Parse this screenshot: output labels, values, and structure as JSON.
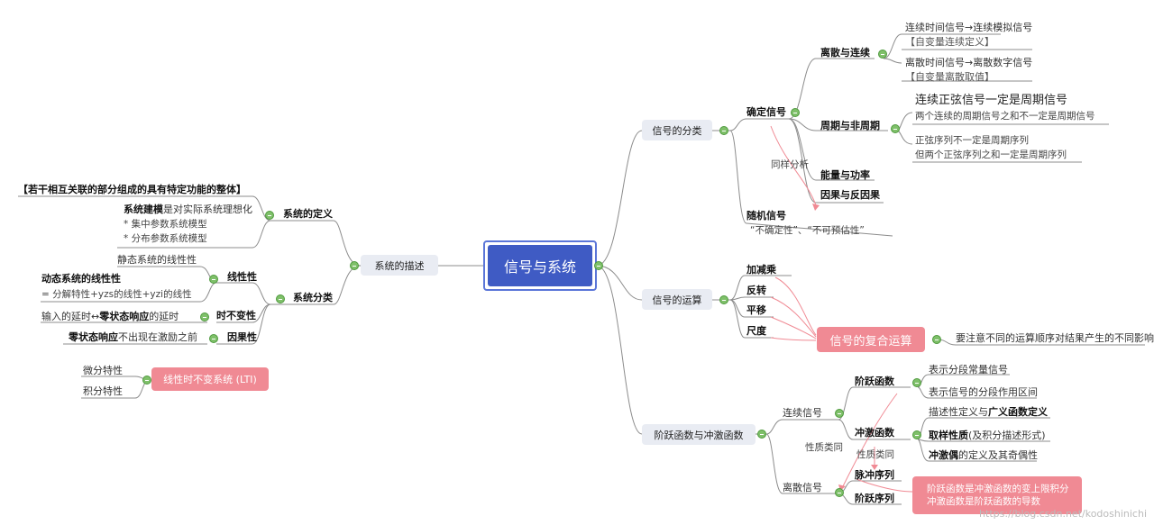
{
  "root": "信号与系统",
  "right": {
    "branch1": {
      "label": "信号的分类",
      "deterministic": "确定信号",
      "discrete_continuous": {
        "label": "离散与连续",
        "item1_a": "连续时间信号→连续模拟信号",
        "item1_b": "【自变量连续定义】",
        "item2_a": "离散时间信号→离散数字信号",
        "item2_b": "【自变量离散取值】"
      },
      "periodic": {
        "label": "周期与非周期",
        "item1_a": "连续正弦信号一定是周期信号",
        "item1_b": "两个连续的周期信号之和不一定是周期信号",
        "item2_a": "正弦序列不一定是周期序列",
        "item2_b": "但两个正弦序列之和一定是周期序列"
      },
      "same_analysis": "同样分析",
      "energy_power": "能量与功率",
      "causal": "因果与反因果",
      "random": {
        "label": "随机信号",
        "note": "“不确定性”、“不可预估性”"
      }
    },
    "branch2": {
      "label": "信号的运算",
      "ops": [
        "加减乘",
        "反转",
        "平移",
        "尺度"
      ],
      "composite": "信号的复合运算",
      "composite_note": "要注意不同的运算顺序对结果产生的不同影响"
    },
    "branch3": {
      "label": "阶跃函数与冲激函数",
      "continuous": "连续信号",
      "step": {
        "label": "阶跃函数",
        "item1": "表示分段常量信号",
        "item2": "表示信号的分段作用区间"
      },
      "impulse": {
        "label": "冲激函数",
        "item1_a": "描述性定义与",
        "item1_b": "广义函数定义",
        "item2_a": "取样性质",
        "item2_b": "(及积分描述形式)",
        "item3_a": "冲激偶",
        "item3_b": "的定义及其奇偶性"
      },
      "similar1": "性质类同",
      "similar2": "性质类同",
      "discrete": "离散信号",
      "pulse_seq": "脉冲序列",
      "step_seq": "阶跃序列",
      "note1": "阶跃函数是冲激函数的变上限积分",
      "note2": "冲激函数是阶跃函数的导数"
    }
  },
  "left": {
    "branch": {
      "label": "系统的描述",
      "definition": {
        "label": "系统的定义",
        "quote": "【若干相互关联的部分组成的具有特定功能的整体】",
        "model_a": "系统建模",
        "model_b": "是对实际系统理想化",
        "model_c1": "* 集中参数系统模型",
        "model_c2": "* 分布参数系统模型"
      },
      "classification": {
        "label": "系统分类",
        "linearity": {
          "label": "线性性",
          "static": "静态系统的线性性",
          "dynamic": "动态系统的线性性",
          "dynamic_note": "= 分解特性+yzs的线性+yzi的线性"
        },
        "time_invariance": {
          "label": "时不变性",
          "note_a": "输入的延时↔",
          "note_b": "零状态响应",
          "note_c": "的延时"
        },
        "causality": {
          "label": "因果性",
          "note_a": "零状态响应",
          "note_b": "不出现在激励之前"
        }
      }
    },
    "lti": {
      "label": "线性时不变系统 (LTI)",
      "diff": "微分特性",
      "integ": "积分特性"
    }
  },
  "watermark": "https://blog.csdn.net/kodoshinichi"
}
